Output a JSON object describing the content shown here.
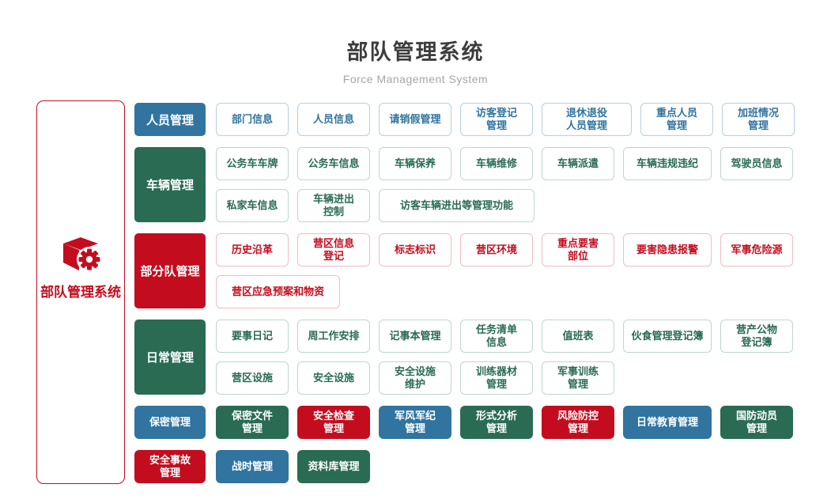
{
  "header": {
    "title": "部队管理系统",
    "subtitle": "Force Management System"
  },
  "side_panel": {
    "label": "部队管理系统",
    "icon": "cube-gear-icon"
  },
  "palette": {
    "blue": "#30749f",
    "green": "#2a6b54",
    "red": "#c30d1f",
    "blue_border": "#b5cfe0",
    "green_border": "#bfd6cc",
    "red_border": "#f0bdc2",
    "title": "#3d3d3d",
    "subtitle": "#a6a6a6"
  },
  "groups": [
    {
      "category": {
        "key": "personnel",
        "label": "人员管理",
        "color": "blue"
      },
      "lines": [
        [
          {
            "label": "部门信息"
          },
          {
            "label": "人员信息"
          },
          {
            "label": "请销假管理"
          },
          {
            "label": "访客登记\n管理"
          },
          {
            "label": "退休退役\n人员管理",
            "w": 114
          },
          {
            "label": "重点人员\n管理"
          },
          {
            "label": "加班情况\n管理"
          }
        ]
      ]
    },
    {
      "category": {
        "key": "vehicle",
        "label": "车辆管理",
        "color": "green"
      },
      "lines": [
        [
          {
            "label": "公务车车牌"
          },
          {
            "label": "公务车信息"
          },
          {
            "label": "车辆保养"
          },
          {
            "label": "车辆维修"
          },
          {
            "label": "车辆派遣"
          },
          {
            "label": "车辆违规违纪",
            "w": 112
          },
          {
            "label": "驾驶员信息"
          }
        ],
        [
          {
            "label": "私家车信息"
          },
          {
            "label": "车辆进出\n控制"
          },
          {
            "label": "访客车辆进出等管理功能",
            "w": 197
          }
        ]
      ]
    },
    {
      "category": {
        "key": "unit",
        "label": "部分队管理",
        "color": "red"
      },
      "lines": [
        [
          {
            "label": "历史沿革"
          },
          {
            "label": "营区信息\n登记"
          },
          {
            "label": "标志标识"
          },
          {
            "label": "营区环境"
          },
          {
            "label": "重点要害\n部位"
          },
          {
            "label": "要害隐患报警",
            "w": 112
          },
          {
            "label": "军事危险源"
          }
        ],
        [
          {
            "label": "营区应急预案和物资",
            "w": 157
          }
        ]
      ]
    },
    {
      "category": {
        "key": "daily",
        "label": "日常管理",
        "color": "green"
      },
      "lines": [
        [
          {
            "label": "要事日记"
          },
          {
            "label": "周工作安排"
          },
          {
            "label": "记事本管理"
          },
          {
            "label": "任务清单\n信息"
          },
          {
            "label": "值班表"
          },
          {
            "label": "伙食管理登记簿",
            "w": 112
          },
          {
            "label": "营产公物\n登记簿"
          }
        ],
        [
          {
            "label": "营区设施"
          },
          {
            "label": "安全设施"
          },
          {
            "label": "安全设施\n维护"
          },
          {
            "label": "训练器材\n管理"
          },
          {
            "label": "军事训练\n管理"
          }
        ]
      ]
    }
  ],
  "solid_rows": [
    {
      "blocks": [
        {
          "key": "secrecy",
          "label": "保密管理",
          "color": "blue",
          "lead": true
        },
        {
          "key": "secret-files",
          "label": "保密文件\n管理",
          "color": "green"
        },
        {
          "key": "safety-inspection",
          "label": "安全检查\n管理",
          "color": "red"
        },
        {
          "key": "military-discipline",
          "label": "军风军纪\n管理",
          "color": "blue"
        },
        {
          "key": "situation-analysis",
          "label": "形式分析\n管理",
          "color": "green"
        },
        {
          "key": "risk-control",
          "label": "风险防控\n管理",
          "color": "red"
        },
        {
          "key": "daily-education",
          "label": "日常教育管理",
          "color": "blue",
          "w": 112
        },
        {
          "key": "defense-mobilization",
          "label": "国防动员\n管理",
          "color": "green"
        }
      ]
    },
    {
      "blocks": [
        {
          "key": "safety-accident",
          "label": "安全事故\n管理",
          "color": "red",
          "lead": true
        },
        {
          "key": "wartime",
          "label": "战时管理",
          "color": "blue"
        },
        {
          "key": "database",
          "label": "资料库管理",
          "color": "green"
        }
      ]
    }
  ]
}
